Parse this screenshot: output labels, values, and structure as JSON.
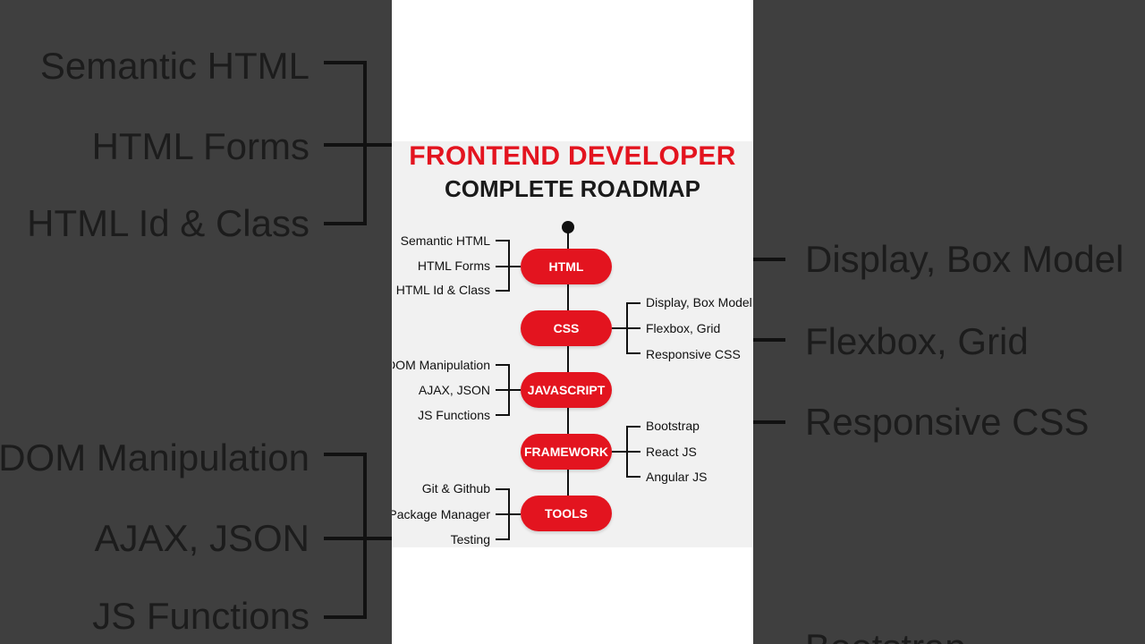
{
  "title": "FRONTEND DEVELOPER",
  "subtitle": "COMPLETE ROADMAP",
  "stages": [
    {
      "label": "HTML",
      "topics": [
        "Semantic HTML",
        "HTML Forms",
        "HTML Id & Class"
      ]
    },
    {
      "label": "CSS",
      "topics": [
        "Display, Box Model",
        "Flexbox, Grid",
        "Responsive CSS"
      ]
    },
    {
      "label": "JAVASCRIPT",
      "topics": [
        "DOM Manipulation",
        "AJAX, JSON",
        "JS Functions"
      ]
    },
    {
      "label": "FRAMEWORK",
      "topics": [
        "Bootstrap",
        "React JS",
        "Angular JS"
      ]
    },
    {
      "label": "TOOLS",
      "topics": [
        "Git & Github",
        "Package Manager",
        "Testing"
      ]
    }
  ],
  "colors": {
    "accent": "#e3141f",
    "line": "#111111",
    "card": "#f1f1f1"
  }
}
